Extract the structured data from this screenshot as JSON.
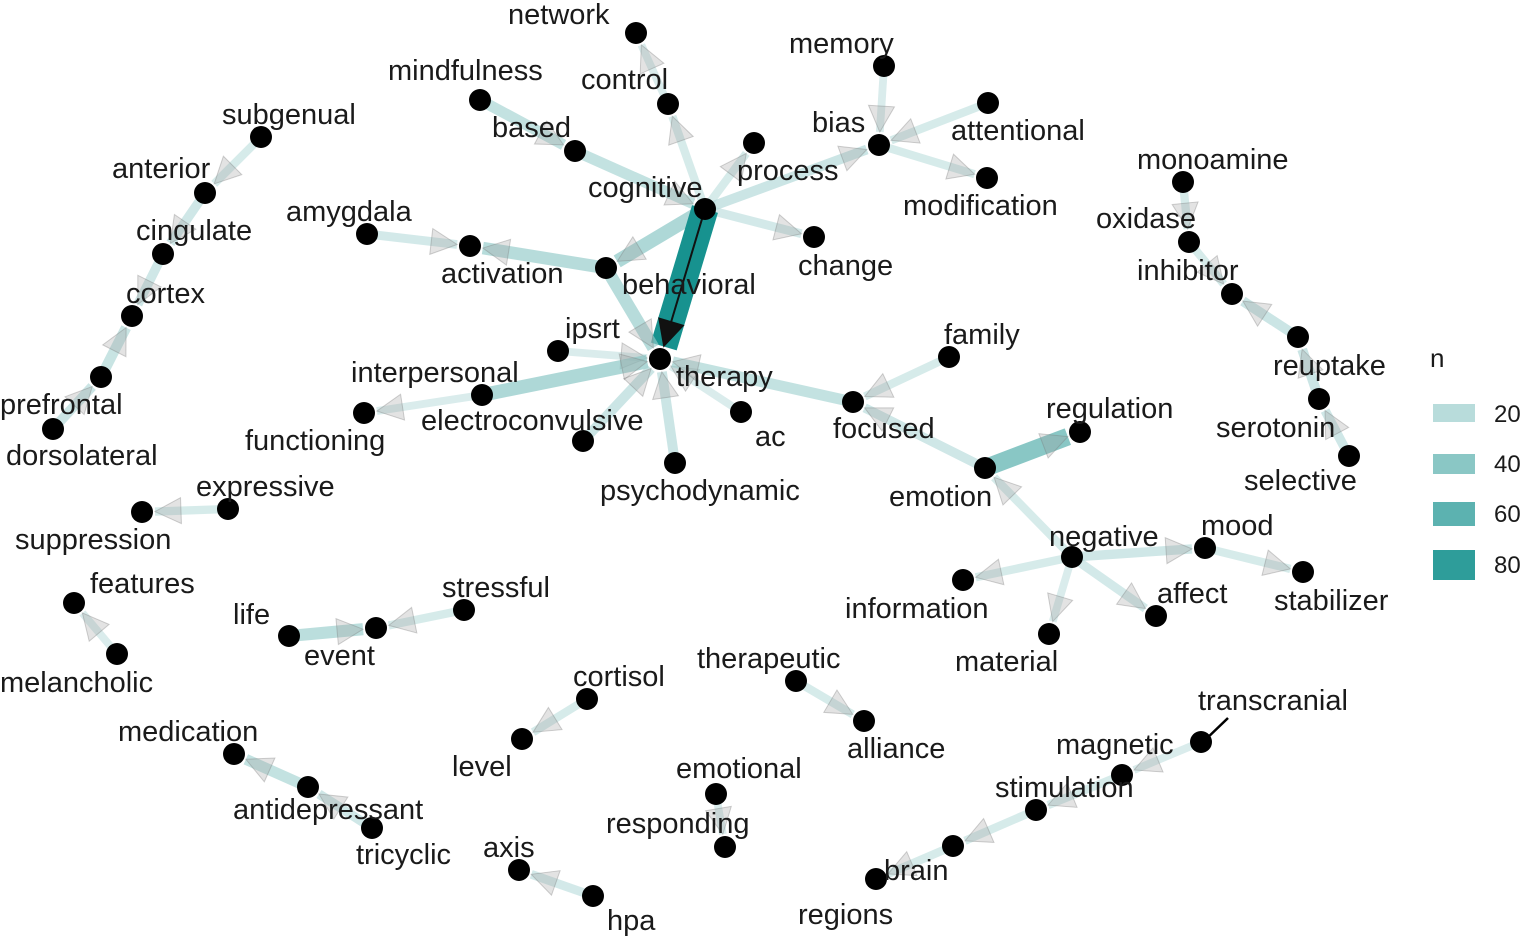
{
  "legend": {
    "title": "n",
    "entries": [
      {
        "label": "20",
        "value": 20
      },
      {
        "label": "40",
        "value": 40
      },
      {
        "label": "60",
        "value": 60
      },
      {
        "label": "80",
        "value": 80
      }
    ]
  },
  "colors": {
    "edge_low": "#cfe6e6",
    "edge_high": "#17928f",
    "node": "#000000",
    "arrow": "#9a9a9a"
  },
  "nodes": [
    {
      "id": "network",
      "label": "network"
    },
    {
      "id": "control",
      "label": "control"
    },
    {
      "id": "mindfulness",
      "label": "mindfulness"
    },
    {
      "id": "based",
      "label": "based"
    },
    {
      "id": "cognitive",
      "label": "cognitive"
    },
    {
      "id": "process",
      "label": "process"
    },
    {
      "id": "memory",
      "label": "memory"
    },
    {
      "id": "bias",
      "label": "bias"
    },
    {
      "id": "attentional",
      "label": "attentional"
    },
    {
      "id": "modification",
      "label": "modification"
    },
    {
      "id": "change",
      "label": "change"
    },
    {
      "id": "amygdala",
      "label": "amygdala"
    },
    {
      "id": "activation",
      "label": "activation"
    },
    {
      "id": "behavioral",
      "label": "behavioral"
    },
    {
      "id": "ipsrt",
      "label": "ipsrt"
    },
    {
      "id": "therapy",
      "label": "therapy"
    },
    {
      "id": "interpersonal",
      "label": "interpersonal"
    },
    {
      "id": "functioning",
      "label": "functioning"
    },
    {
      "id": "electroconvulsive",
      "label": "electroconvulsive"
    },
    {
      "id": "ac",
      "label": "ac"
    },
    {
      "id": "psychodynamic",
      "label": "psychodynamic"
    },
    {
      "id": "family",
      "label": "family"
    },
    {
      "id": "focused",
      "label": "focused"
    },
    {
      "id": "regulation",
      "label": "regulation"
    },
    {
      "id": "emotion",
      "label": "emotion"
    },
    {
      "id": "subgenual",
      "label": "subgenual"
    },
    {
      "id": "anterior",
      "label": "anterior"
    },
    {
      "id": "cingulate",
      "label": "cingulate"
    },
    {
      "id": "cortex",
      "label": "cortex"
    },
    {
      "id": "prefrontal",
      "label": "prefrontal"
    },
    {
      "id": "dorsolateral",
      "label": "dorsolateral"
    },
    {
      "id": "monoamine",
      "label": "monoamine"
    },
    {
      "id": "oxidase",
      "label": "oxidase"
    },
    {
      "id": "inhibitor",
      "label": "inhibitor"
    },
    {
      "id": "reuptake",
      "label": "reuptake"
    },
    {
      "id": "serotonin",
      "label": "serotonin"
    },
    {
      "id": "selective",
      "label": "selective"
    },
    {
      "id": "expressive",
      "label": "expressive"
    },
    {
      "id": "suppression",
      "label": "suppression"
    },
    {
      "id": "features",
      "label": "features"
    },
    {
      "id": "melancholic",
      "label": "melancholic"
    },
    {
      "id": "life",
      "label": "life"
    },
    {
      "id": "event",
      "label": "event"
    },
    {
      "id": "stressful",
      "label": "stressful"
    },
    {
      "id": "negative",
      "label": "negative"
    },
    {
      "id": "mood",
      "label": "mood"
    },
    {
      "id": "information",
      "label": "information"
    },
    {
      "id": "affect",
      "label": "affect"
    },
    {
      "id": "stabilizer",
      "label": "stabilizer"
    },
    {
      "id": "material",
      "label": "material"
    },
    {
      "id": "cortisol",
      "label": "cortisol"
    },
    {
      "id": "level",
      "label": "level"
    },
    {
      "id": "therapeutic",
      "label": "therapeutic"
    },
    {
      "id": "alliance",
      "label": "alliance"
    },
    {
      "id": "medication",
      "label": "medication"
    },
    {
      "id": "antidepressant",
      "label": "antidepressant"
    },
    {
      "id": "tricyclic",
      "label": "tricyclic"
    },
    {
      "id": "emotional",
      "label": "emotional"
    },
    {
      "id": "responding",
      "label": "responding"
    },
    {
      "id": "axis",
      "label": "axis"
    },
    {
      "id": "hpa",
      "label": "hpa"
    },
    {
      "id": "transcranial",
      "label": "transcranial"
    },
    {
      "id": "magnetic",
      "label": "magnetic"
    },
    {
      "id": "stimulation",
      "label": "stimulation"
    },
    {
      "id": "brain",
      "label": "brain"
    },
    {
      "id": "regions",
      "label": "regions"
    }
  ],
  "edges": [
    {
      "from": "control",
      "to": "network",
      "n": 18
    },
    {
      "from": "cognitive",
      "to": "control",
      "n": 20
    },
    {
      "from": "mindfulness",
      "to": "based",
      "n": 30
    },
    {
      "from": "based",
      "to": "cognitive",
      "n": 30
    },
    {
      "from": "cognitive",
      "to": "process",
      "n": 20
    },
    {
      "from": "cognitive",
      "to": "bias",
      "n": 26
    },
    {
      "from": "memory",
      "to": "bias",
      "n": 18
    },
    {
      "from": "attentional",
      "to": "bias",
      "n": 20
    },
    {
      "from": "bias",
      "to": "modification",
      "n": 20
    },
    {
      "from": "cognitive",
      "to": "change",
      "n": 22
    },
    {
      "from": "cognitive",
      "to": "behavioral",
      "n": 40
    },
    {
      "from": "cognitive",
      "to": "therapy",
      "n": 90
    },
    {
      "from": "amygdala",
      "to": "activation",
      "n": 22
    },
    {
      "from": "behavioral",
      "to": "activation",
      "n": 36
    },
    {
      "from": "behavioral",
      "to": "therapy",
      "n": 36
    },
    {
      "from": "ipsrt",
      "to": "therapy",
      "n": 18
    },
    {
      "from": "interpersonal",
      "to": "therapy",
      "n": 40
    },
    {
      "from": "interpersonal",
      "to": "functioning",
      "n": 18
    },
    {
      "from": "electroconvulsive",
      "to": "therapy",
      "n": 26
    },
    {
      "from": "ac",
      "to": "therapy",
      "n": 18
    },
    {
      "from": "psychodynamic",
      "to": "therapy",
      "n": 26
    },
    {
      "from": "focused",
      "to": "therapy",
      "n": 30
    },
    {
      "from": "family",
      "to": "focused",
      "n": 20
    },
    {
      "from": "emotion",
      "to": "focused",
      "n": 24
    },
    {
      "from": "emotion",
      "to": "regulation",
      "n": 55
    },
    {
      "from": "subgenual",
      "to": "anterior",
      "n": 20
    },
    {
      "from": "anterior",
      "to": "cingulate",
      "n": 24
    },
    {
      "from": "cingulate",
      "to": "cortex",
      "n": 24
    },
    {
      "from": "prefrontal",
      "to": "cortex",
      "n": 28
    },
    {
      "from": "dorsolateral",
      "to": "prefrontal",
      "n": 26
    },
    {
      "from": "monoamine",
      "to": "oxidase",
      "n": 20
    },
    {
      "from": "oxidase",
      "to": "inhibitor",
      "n": 20
    },
    {
      "from": "reuptake",
      "to": "inhibitor",
      "n": 26
    },
    {
      "from": "serotonin",
      "to": "reuptake",
      "n": 26
    },
    {
      "from": "selective",
      "to": "serotonin",
      "n": 24
    },
    {
      "from": "expressive",
      "to": "suppression",
      "n": 20
    },
    {
      "from": "melancholic",
      "to": "features",
      "n": 18
    },
    {
      "from": "life",
      "to": "event",
      "n": 34
    },
    {
      "from": "stressful",
      "to": "event",
      "n": 20
    },
    {
      "from": "negative",
      "to": "emotion",
      "n": 20
    },
    {
      "from": "negative",
      "to": "mood",
      "n": 24
    },
    {
      "from": "negative",
      "to": "information",
      "n": 20
    },
    {
      "from": "negative",
      "to": "affect",
      "n": 22
    },
    {
      "from": "mood",
      "to": "stabilizer",
      "n": 20
    },
    {
      "from": "negative",
      "to": "material",
      "n": 18
    },
    {
      "from": "cortisol",
      "to": "level",
      "n": 20
    },
    {
      "from": "therapeutic",
      "to": "alliance",
      "n": 20
    },
    {
      "from": "antidepressant",
      "to": "medication",
      "n": 30
    },
    {
      "from": "tricyclic",
      "to": "antidepressant",
      "n": 24
    },
    {
      "from": "emotional",
      "to": "responding",
      "n": 18
    },
    {
      "from": "hpa",
      "to": "axis",
      "n": 22
    },
    {
      "from": "transcranial",
      "to": "magnetic",
      "n": 18
    },
    {
      "from": "magnetic",
      "to": "stimulation",
      "n": 20
    },
    {
      "from": "stimulation",
      "to": "brain",
      "n": 20
    },
    {
      "from": "brain",
      "to": "regions",
      "n": 20
    }
  ]
}
